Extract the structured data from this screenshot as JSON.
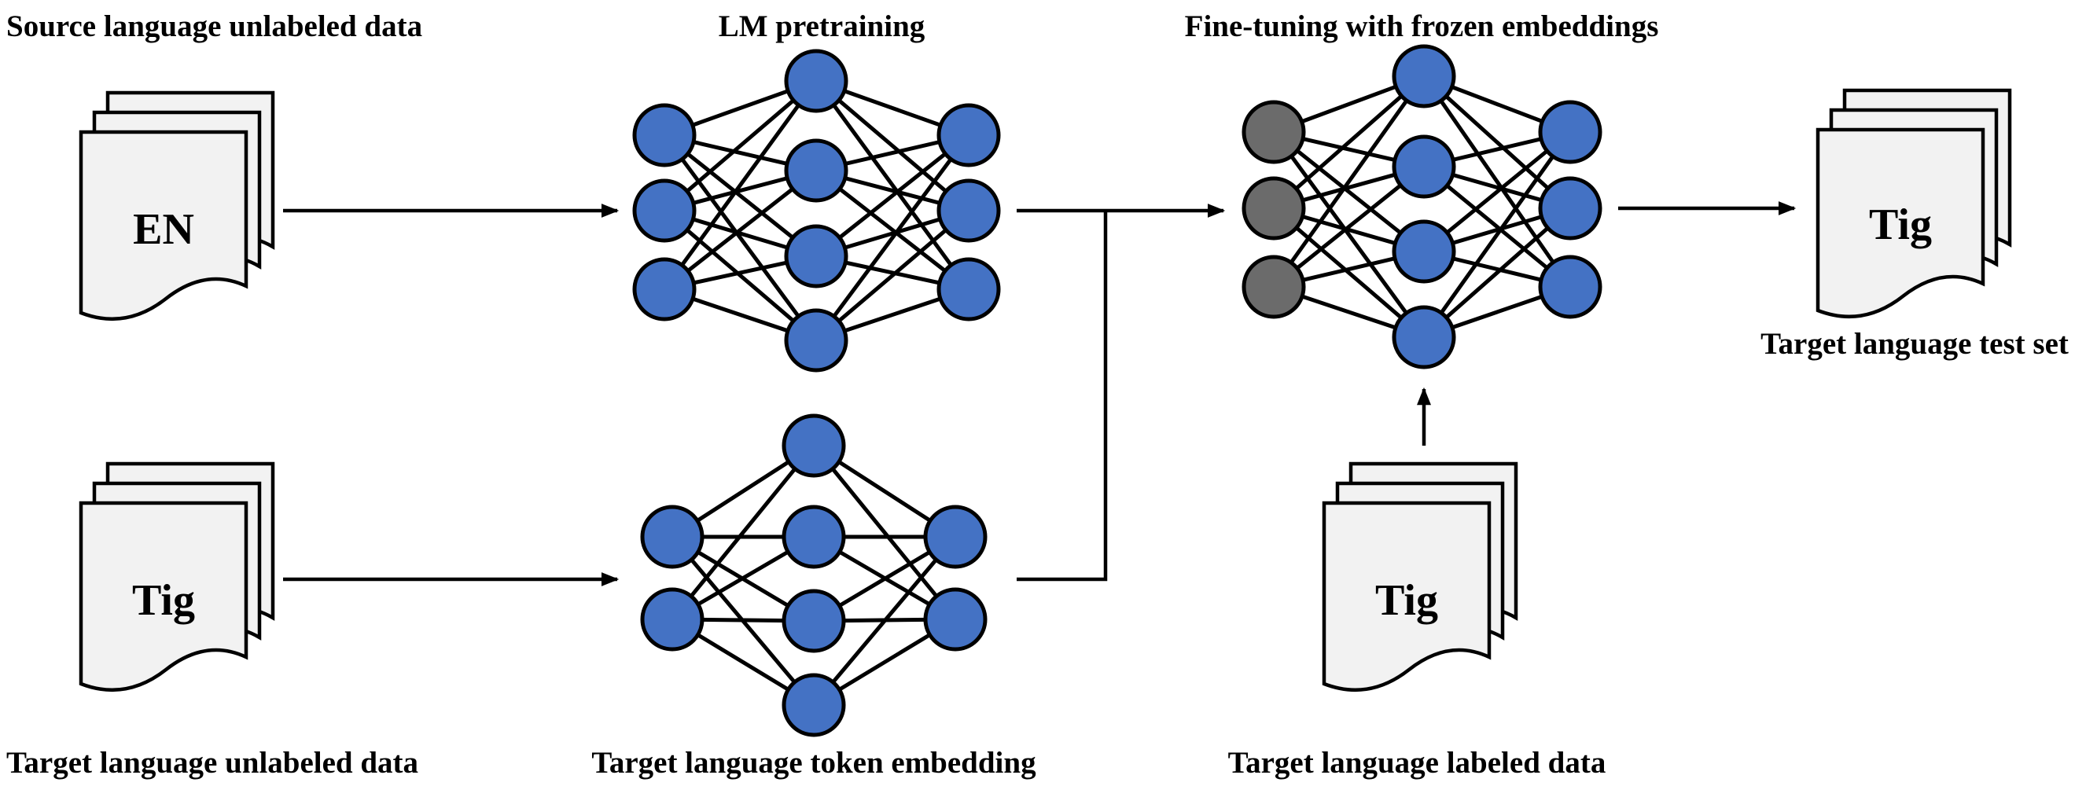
{
  "colors": {
    "node_active": "#4472c4",
    "node_frozen": "#6b6b6b",
    "page_fill": "#f2f2f2",
    "stroke": "#000000"
  },
  "labels": {
    "source_unlabeled": "Source language unlabeled data",
    "lm_pretraining": "LM pretraining",
    "finetune": "Fine-tuning with frozen embeddings",
    "target_test": "Target language test set",
    "target_unlabeled": "Target language unlabeled data",
    "target_embedding": "Target language token embedding",
    "target_labeled": "Target language labeled data"
  },
  "documents": {
    "source": "EN",
    "target_unlabeled": "Tig",
    "target_labeled": "Tig",
    "test": "Tig"
  },
  "networks": {
    "lm_pretraining": {
      "layers": [
        3,
        4,
        3
      ],
      "frozen_input": false
    },
    "token_embedding": {
      "layers": [
        2,
        4,
        2
      ],
      "frozen_input": false
    },
    "finetune": {
      "layers": [
        3,
        4,
        3
      ],
      "frozen_input": true
    }
  }
}
